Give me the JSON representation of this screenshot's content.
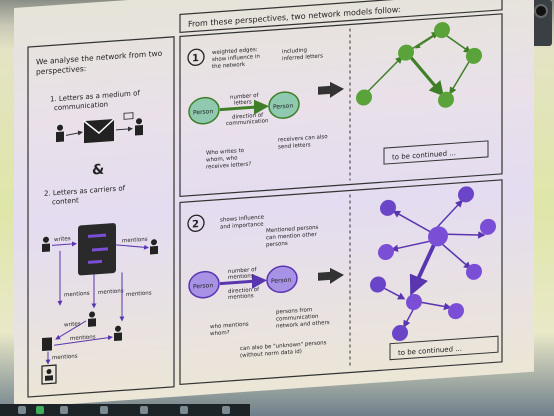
{
  "left_panel": {
    "title": "We analyse the network from two perspectives:",
    "item1": "1. Letters as a medium of communication",
    "ampersand": "&",
    "item2": "2. Letters as carriers of content",
    "labels": {
      "writes1": "writes",
      "mentions_a": "mentions",
      "mentions_b": "mentions",
      "mentions_c": "mentions",
      "mentions_d": "mentions",
      "writes2": "writes",
      "mentions_e": "mentions",
      "mentions_f": "mentions"
    }
  },
  "right_panel": {
    "title": "From these perspectives, two network models follow:",
    "model1": {
      "number": "1",
      "weighted": "weighted edges: show influence in the network",
      "including": "including inferred letters",
      "number_of_letters": "number of letters",
      "direction": "direction of communication",
      "person_a": "Person",
      "person_b": "Person",
      "who_writes": "Who writes to whom, who receives letters?",
      "receivers": "receivers can also send letters",
      "continued": "to be continued ..."
    },
    "model2": {
      "number": "2",
      "shows": "shows influence and importance",
      "mentioned": "Mentioned persons can mention other persons",
      "number_of_mentions": "number of mentions",
      "direction": "direction of mentions",
      "person_a": "Person",
      "person_b": "Person",
      "who_mentions": "who mentions whom?",
      "from_comm": "persons from communication network and others",
      "unknown": "can also be \"unknown\" persons (without norm data id)",
      "continued": "to be continued ..."
    }
  },
  "colors": {
    "green": "#5aa23a",
    "green_dark": "#3f7f28",
    "purple": "#7a4fd6",
    "purple_dark": "#5a35b0",
    "teal": "#8fc9b0"
  }
}
